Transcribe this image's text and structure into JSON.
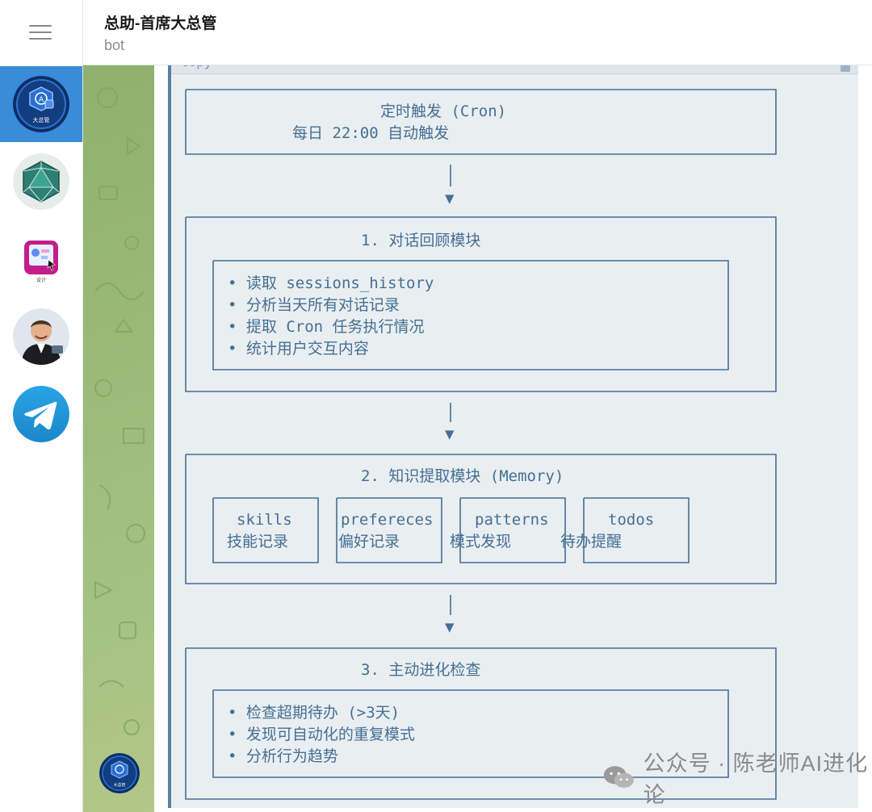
{
  "header": {
    "title": "总助-首席大总管",
    "subtitle": "bot"
  },
  "sidebar": {
    "chats": [
      {
        "name": "大总管",
        "badge": "大总管",
        "active": true
      },
      {
        "name": "crystal"
      },
      {
        "name": "design",
        "badge": "设计"
      },
      {
        "name": "person"
      },
      {
        "name": "telegram"
      }
    ]
  },
  "message": {
    "copy_label": "copy",
    "avatar_badge": "大总管",
    "diagram": {
      "cron_title": "定时触发 (Cron)",
      "cron_desc": "每日 22:00 自动触发",
      "module1": {
        "title": "1. 对话回顾模块",
        "items": [
          "• 读取 sessions_history",
          "• 分析当天所有对话记录",
          "• 提取 Cron 任务执行情况",
          "• 统计用户交互内容"
        ]
      },
      "module2": {
        "title": "2. 知识提取模块 (Memory)",
        "boxes": [
          {
            "en": "skills",
            "zh": "技能记录"
          },
          {
            "en": "prefereces",
            "zh": "偏好记录"
          },
          {
            "en": "patterns",
            "zh": "模式发现"
          },
          {
            "en": "todos",
            "zh": "待办提醒"
          }
        ]
      },
      "module3": {
        "title": "3. 主动进化检查",
        "items": [
          "• 检查超期待办 (>3天)",
          "• 发现可自动化的重复模式",
          "• 分析行为趋势"
        ]
      },
      "arrow": "▼"
    }
  },
  "watermark": {
    "text": "公众号 · 陈老师AI进化论"
  },
  "colors": {
    "accent": "#3a8bd8",
    "code_text": "#456f93",
    "code_bg": "#e9eef1",
    "chat_bg": "#98b679"
  }
}
